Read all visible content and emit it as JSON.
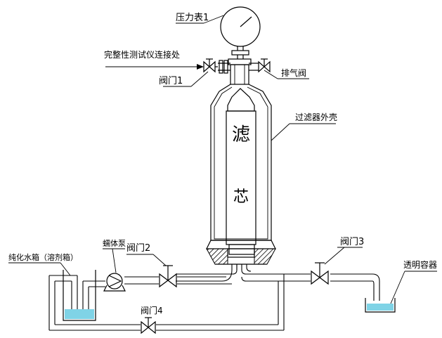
{
  "labels": {
    "pressure_gauge": "压力表1",
    "tester_connection": "完整性测试仪连接处",
    "valve1": "阀门1",
    "vent_valve": "排气阀",
    "filter_housing": "过滤器外壳",
    "cartridge_char1": "滤",
    "cartridge_char2": "芯",
    "pump": "蠕体泵",
    "valve2": "阀门2",
    "valve3": "阀门3",
    "water_tank": "纯化水箱（溶剂箱）",
    "valve4": "阀门4",
    "transparent_container": "透明容器"
  },
  "colors": {
    "water": "#7fd3e6",
    "hatch": "#000000",
    "line": "#000000"
  }
}
